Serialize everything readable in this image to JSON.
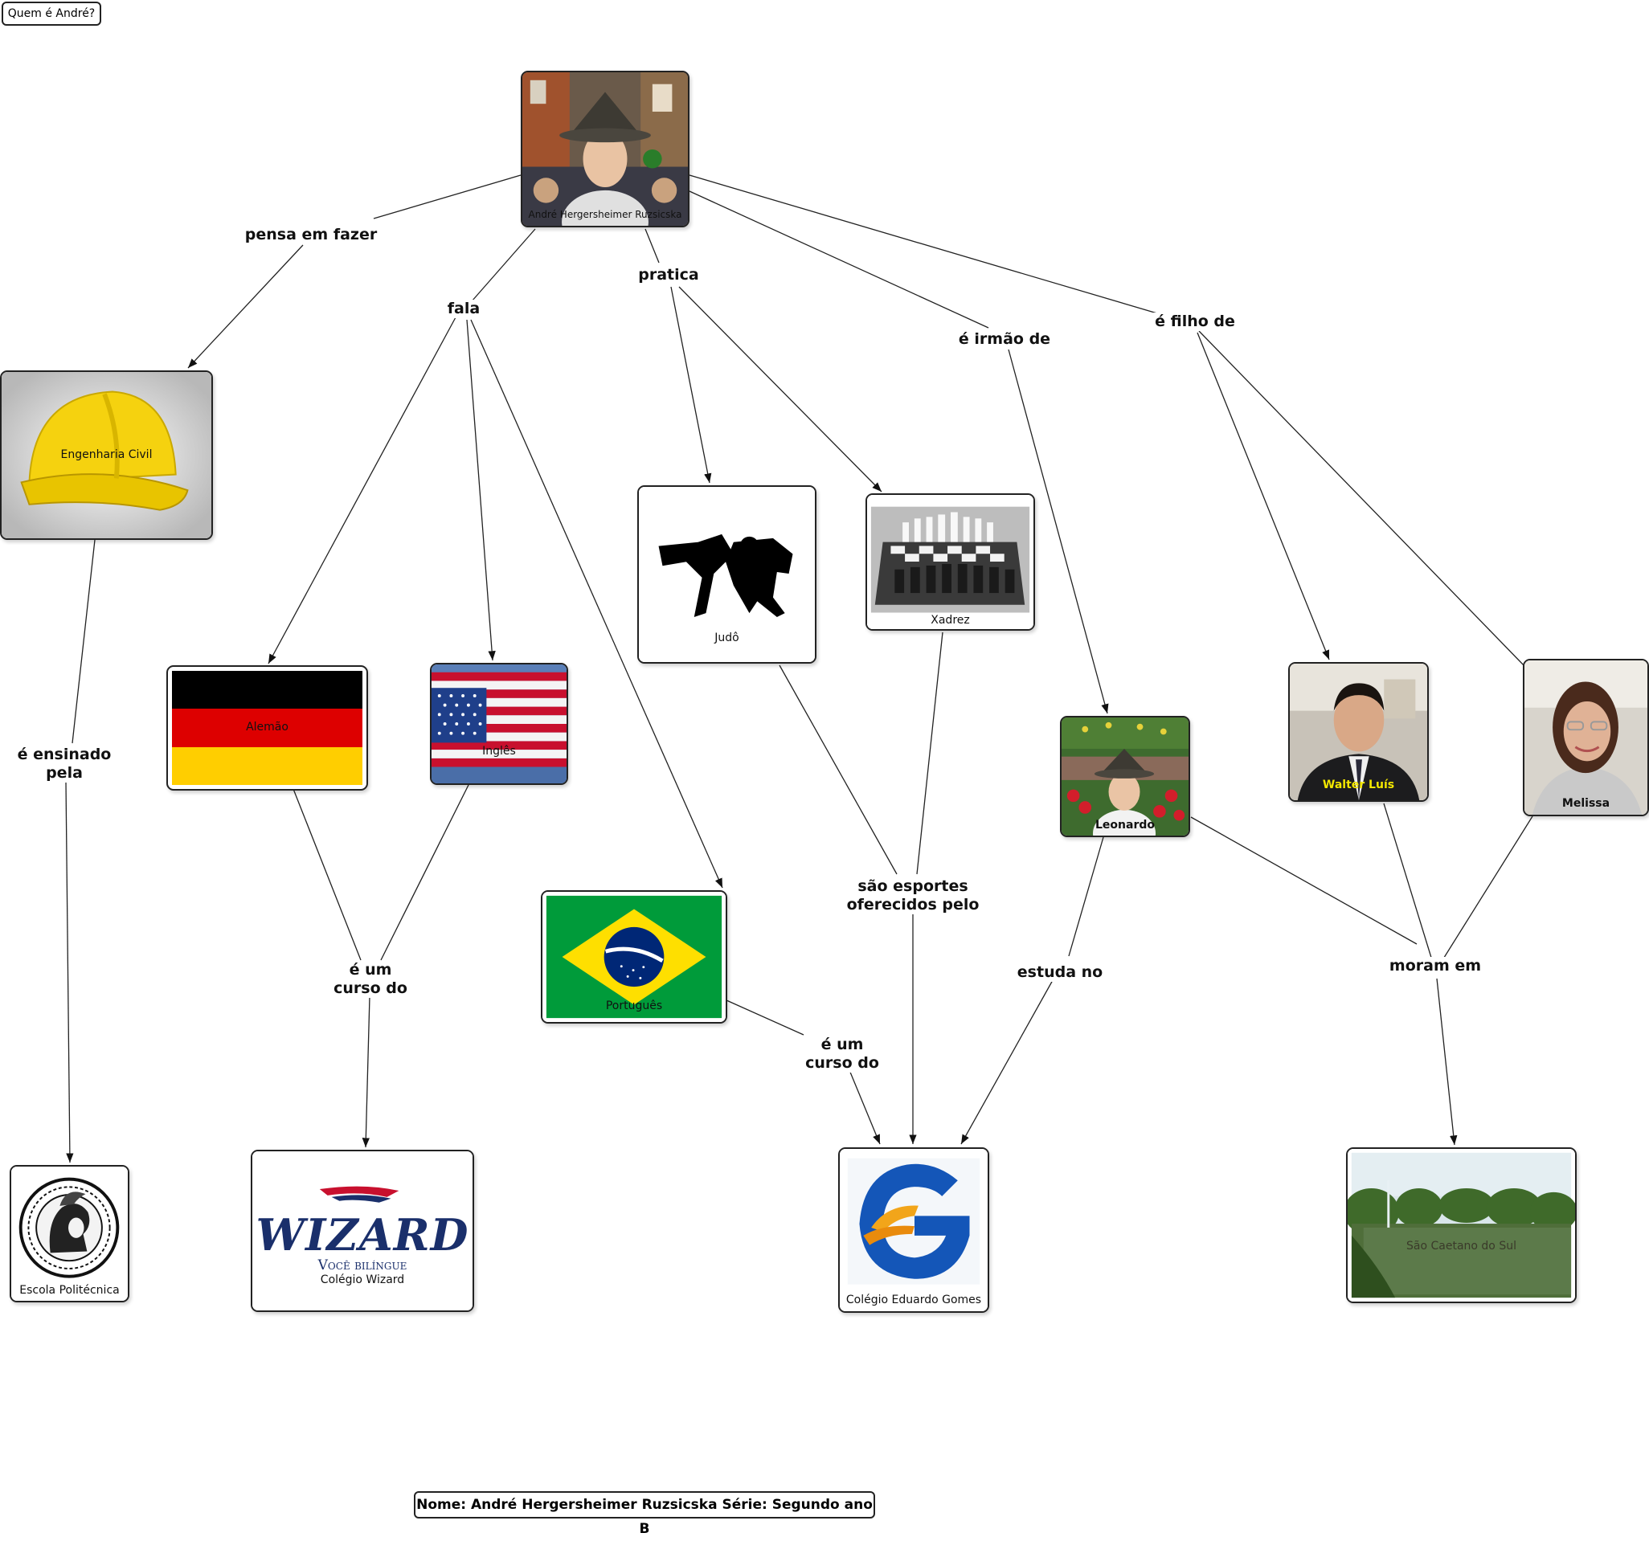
{
  "title": "Quem é André?",
  "footer": "Nome: André Hergersheimer Ruzsicska  Série: Segundo ano B",
  "nodes": {
    "andre": "André Hergersheimer Ruzsicska",
    "engenharia": "Engenharia Civil",
    "alemao": "Alemão",
    "ingles": "Inglês",
    "portugues": "Português",
    "judo": "Judô",
    "xadrez": "Xadrez",
    "leonardo": "Leonardo",
    "walter": "Walter Luís",
    "melissa": "Melissa",
    "poli": "Escola Politécnica",
    "wizard": "Colégio Wizard",
    "eduardo": "Colégio Eduardo Gomes",
    "saocaetano": "São Caetano do Sul"
  },
  "logos": {
    "wizard_word": "WIZARD",
    "wizard_tagline": "Você bilíngue"
  },
  "links": {
    "pensa": "pensa em fazer",
    "fala": "fala",
    "pratica": "pratica",
    "irmao": "é irmão de",
    "filho": "é filho de",
    "ensinado": "é ensinado\npela",
    "curso1": "é um\ncurso do",
    "curso2": "é um\ncurso do",
    "esportes": "são esportes\noferecidos pelo",
    "estuda": "estuda no",
    "moram": "moram em"
  },
  "colors": {
    "german_black": "#000000",
    "german_red": "#dd0000",
    "german_gold": "#ffce00",
    "brazil_green": "#009b3a",
    "brazil_yellow": "#fedf00",
    "brazil_blue": "#002776",
    "helmet_yellow": "#f5d20f",
    "wizard_navy": "#1a2f6b"
  }
}
